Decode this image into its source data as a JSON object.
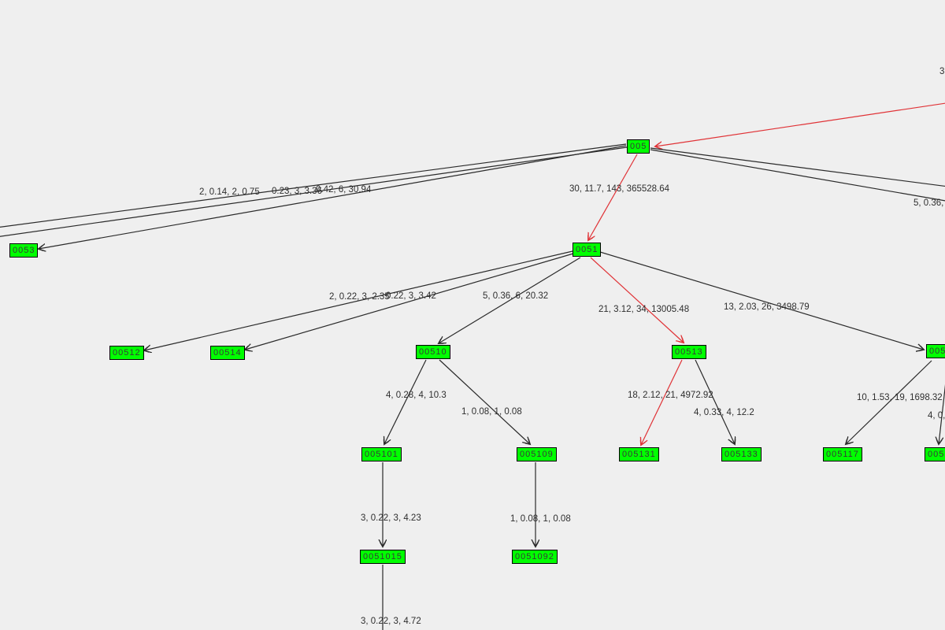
{
  "diagram": {
    "background_color": "#efefef",
    "node_fill_color": "#00ff00",
    "node_border_color": "#000000",
    "edge_color": "#2a2a2a",
    "highlighted_edge_color": "#e03236",
    "nodes": [
      {
        "id": "005",
        "label": "005"
      },
      {
        "id": "0053",
        "label": "0053"
      },
      {
        "id": "0051",
        "label": "0051"
      },
      {
        "id": "00512",
        "label": "00512"
      },
      {
        "id": "00514",
        "label": "00514"
      },
      {
        "id": "00510",
        "label": "00510"
      },
      {
        "id": "00513",
        "label": "00513"
      },
      {
        "id": "005-right-clipped",
        "label": "005"
      },
      {
        "id": "005101",
        "label": "005101"
      },
      {
        "id": "005109",
        "label": "005109"
      },
      {
        "id": "005131",
        "label": "005131"
      },
      {
        "id": "005133",
        "label": "005133"
      },
      {
        "id": "005117",
        "label": "005117"
      },
      {
        "id": "005-right-clipped-2",
        "label": "005"
      },
      {
        "id": "0051015",
        "label": "0051015"
      },
      {
        "id": "0051092",
        "label": "0051092"
      }
    ],
    "edge_labels": [
      {
        "text": "2, 0.14, 2, 0.75"
      },
      {
        "text": "0.23, 3, 3.36"
      },
      {
        "text": "0.42, 6, 30.94"
      },
      {
        "text": "30, 11.7, 143, 365528.64"
      },
      {
        "text": "5, 0.36,"
      },
      {
        "text": "3"
      },
      {
        "text": "2, 0.22, 3, 2.35"
      },
      {
        "text": "0.22, 3, 3.42"
      },
      {
        "text": "5, 0.36, 6, 20.32"
      },
      {
        "text": "21, 3.12, 34, 13005.48"
      },
      {
        "text": "13, 2.03, 26, 3498.79"
      },
      {
        "text": "4, 0.28, 4, 10.3"
      },
      {
        "text": "1, 0.08, 1, 0.08"
      },
      {
        "text": "18, 2.12, 21, 4972.92"
      },
      {
        "text": "4, 0.33, 4, 12.2"
      },
      {
        "text": "10, 1.53, 19, 1698.32"
      },
      {
        "text": "4, 0,"
      },
      {
        "text": "3, 0.22, 3, 4.23"
      },
      {
        "text": "1, 0.08, 1, 0.08"
      },
      {
        "text": "3, 0.22, 3, 4.72"
      }
    ]
  }
}
